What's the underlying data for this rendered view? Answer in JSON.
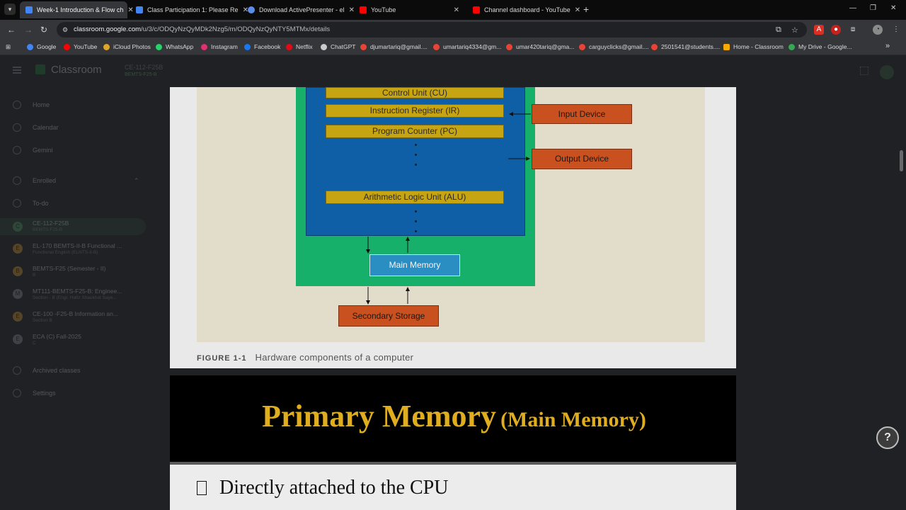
{
  "browser": {
    "tabs": [
      {
        "title": "Week-1 Introduction & Flow ch",
        "favicon_color": "#4285f4",
        "active": true
      },
      {
        "title": "Class Participation 1: Please Re",
        "favicon_color": "#4285f4",
        "active": false
      },
      {
        "title": "Download ActivePresenter - el",
        "favicon_color": "#5b8def",
        "active": false
      },
      {
        "title": "YouTube",
        "favicon_color": "#ff0000",
        "active": false
      },
      {
        "title": "Channel dashboard - YouTube",
        "favicon_color": "#ff0000",
        "active": false
      }
    ],
    "url_host": "classroom.google.com",
    "url_path": "/u/3/c/ODQyNzQyMDk2Nzg5/m/ODQyNzQyNTY5MTMx/details",
    "bookmarks": [
      {
        "label": "Google",
        "color": "#4285f4"
      },
      {
        "label": "YouTube",
        "color": "#ff0000"
      },
      {
        "label": "iCloud Photos",
        "color": "#e0a526"
      },
      {
        "label": "WhatsApp",
        "color": "#25d366"
      },
      {
        "label": "Instagram",
        "color": "#e1306c"
      },
      {
        "label": "Facebook",
        "color": "#1877f2"
      },
      {
        "label": "Netflix",
        "color": "#e50914"
      },
      {
        "label": "ChatGPT",
        "color": "#cccccc"
      },
      {
        "label": "djumartariq@gmail....",
        "color": "#ea4335"
      },
      {
        "label": "umartariq4334@gm...",
        "color": "#ea4335"
      },
      {
        "label": "umar420tariq@gma...",
        "color": "#ea4335"
      },
      {
        "label": "carguyclicks@gmail....",
        "color": "#ea4335"
      },
      {
        "label": "2501541@students....",
        "color": "#ea4335"
      },
      {
        "label": "Home - Classroom",
        "color": "#f9ab00"
      },
      {
        "label": "My Drive - Google...",
        "color": "#34a853"
      }
    ]
  },
  "classroom": {
    "brand": "Classroom",
    "course_code": "CE-112-F25B",
    "course_sub": "BEMTS-F25-B",
    "nav": [
      "Home",
      "Calendar",
      "Gemini"
    ],
    "enrolled_label": "Enrolled",
    "todo_label": "To-do",
    "courses": [
      {
        "avatar": "C",
        "name": "CE-112-F25B",
        "sub": "BEMTS-F25-B",
        "color": "#5bb974",
        "selected": true
      },
      {
        "avatar": "E",
        "name": "EL-170 BEMTS-II-B Functional ...",
        "sub": "Functional English (ELNTS-II-B)",
        "color": "#f6ae2d",
        "selected": false
      },
      {
        "avatar": "B",
        "name": "BEMTS-F25 (Semester - II)",
        "sub": "B",
        "color": "#f6ae2d",
        "selected": false
      },
      {
        "avatar": "M",
        "name": "MT111-BEMTS-F25-B: Enginee...",
        "sub": "Section - B (Engr. Hafiz Shaukhat Saye...",
        "color": "#9aa0a6",
        "selected": false
      },
      {
        "avatar": "E",
        "name": "CE-100 -F25-B Information an...",
        "sub": "Section B",
        "color": "#f6ae2d",
        "selected": false
      },
      {
        "avatar": "E",
        "name": "ECA (C) Fall-2025",
        "sub": "C",
        "color": "#9aa0a6",
        "selected": false
      }
    ],
    "archived_label": "Archived classes",
    "settings_label": "Settings"
  },
  "slide1": {
    "blocks": {
      "cu": "Control Unit (CU)",
      "ir": "Instruction Register (IR)",
      "pc": "Program Counter (PC)",
      "alu": "Arithmetic Logic Unit (ALU)",
      "main_memory": "Main Memory",
      "input": "Input Device",
      "output": "Output Device",
      "secondary": "Secondary Storage"
    },
    "caption_label": "FIGURE 1-1",
    "caption_text": "Hardware components of a computer"
  },
  "slide2": {
    "title": "Primary Memory",
    "subtitle": "(Main Memory)"
  },
  "slide3": {
    "bullet_text": "Directly attached to the CPU"
  },
  "colors": {
    "cpu_green": "#17b06b",
    "cpu_blue": "#0f5fa6",
    "register_yellow": "#c7a512",
    "device_orange": "#c9501f",
    "title_gold": "#e0ad1f"
  }
}
